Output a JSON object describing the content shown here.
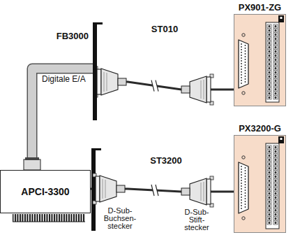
{
  "diagram": {
    "nodes": [
      {
        "text": [
          "FB3000"
        ]
      },
      {
        "text": [
          "PX901-ZG"
        ]
      },
      {
        "text": [
          "APCI-3300"
        ]
      },
      {
        "text": [
          "PX3200-G"
        ]
      }
    ],
    "edges": [
      {
        "from": 2,
        "to": 0,
        "arrow": "none"
      },
      {
        "from": 0,
        "to": 1,
        "label": "ST010",
        "arrow": "none"
      },
      {
        "from": 2,
        "to": 3,
        "label": "ST3200",
        "arrow": "none"
      }
    ],
    "labels": [
      "Digitale E/A",
      "D-Sub- Buchsen- stecker",
      "D-Sub- Stift- stecker"
    ]
  }
}
